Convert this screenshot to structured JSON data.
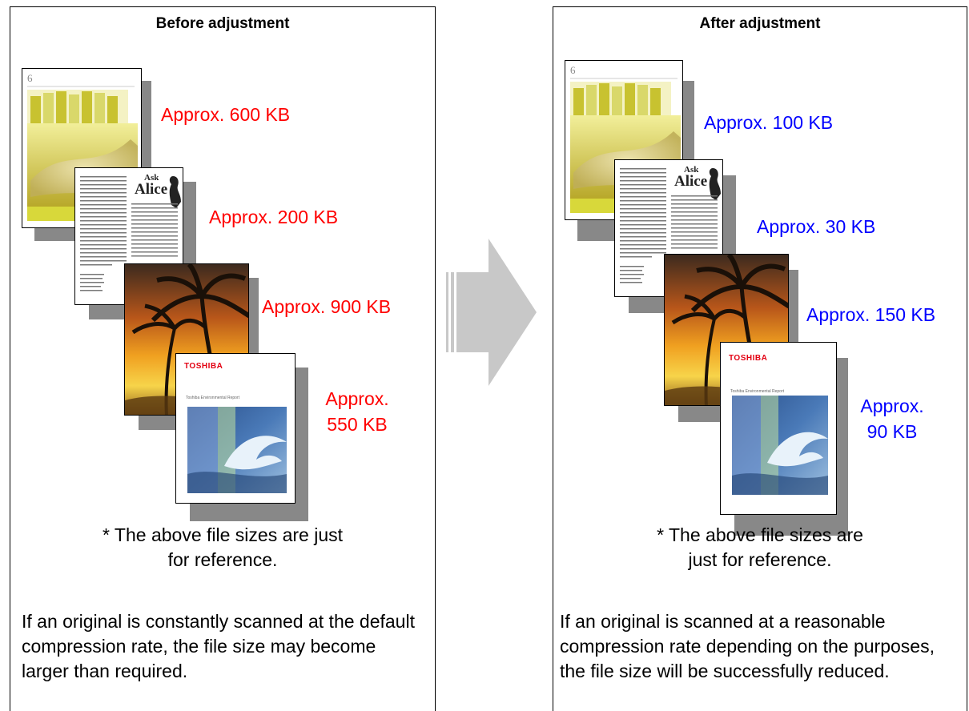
{
  "before": {
    "title": "Before adjustment",
    "sizes": [
      "Approx. 600 KB",
      "Approx. 200 KB",
      "Approx. 900 KB",
      "Approx. 550 KB"
    ],
    "note": "* The above file sizes are just for reference.",
    "description": "If an original is constantly scanned at the default compression rate, the file size may become larger than required."
  },
  "after": {
    "title": "After adjustment",
    "sizes": [
      "Approx. 100 KB",
      "Approx. 30 KB",
      "Approx. 150 KB",
      "Approx. 90 KB"
    ],
    "note": "* The above file sizes are just for reference.",
    "description": "If an original is scanned at a reasonable compression rate depending on the purposes, the file size will be successfully reduced."
  },
  "thumbnails": {
    "page_number": "6",
    "magazine_word_1": "Ask",
    "magazine_word_2": "Alice",
    "brand": "TOSHIBA",
    "report_title": "Toshiba Environmental Report"
  },
  "colors": {
    "red": "#ff0000",
    "blue": "#0000ff",
    "arrow": "#c8c8c8"
  }
}
